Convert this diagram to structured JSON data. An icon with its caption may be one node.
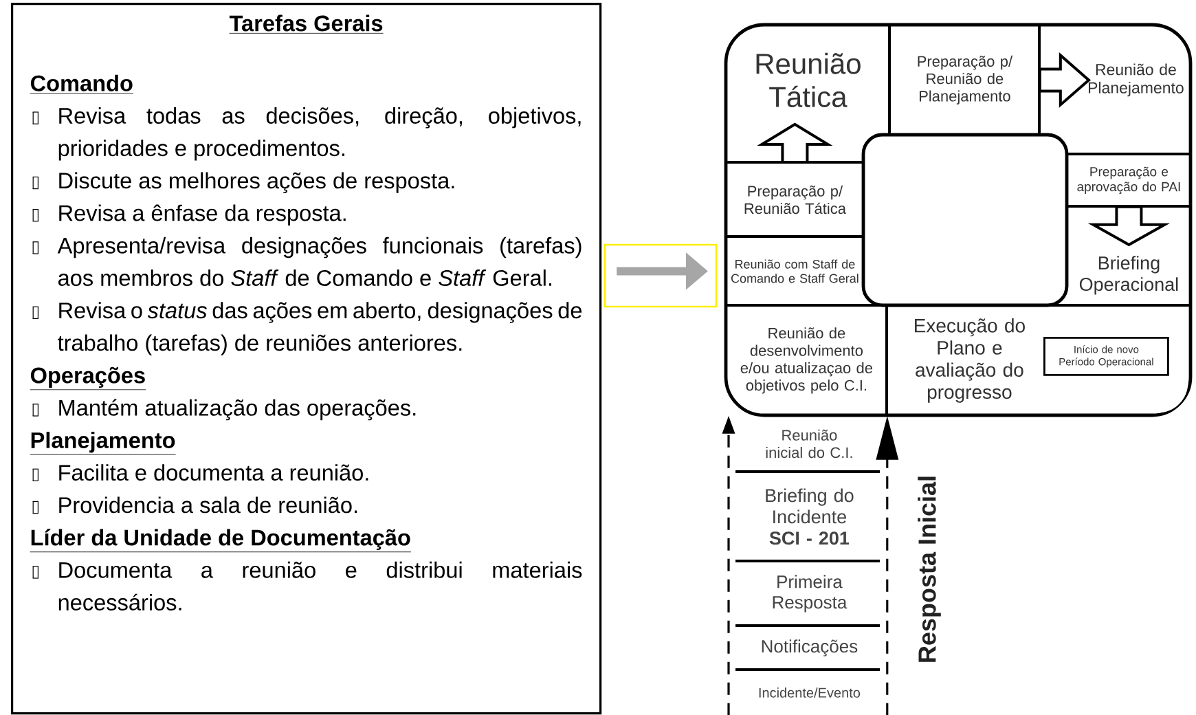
{
  "diagram": {
    "nodes": [
      {
        "text": [
          "Tarefas Gerais",
          "Comando",
          "Revisa todas as decisões, direção, objetivos, prioridades e procedimentos.",
          "Discute as melhores ações de resposta.",
          "Revisa a ênfase da resposta.",
          "Apresenta/revisa designações funcionais (tarefas) aos membros do *Staff* de Comando e *Staff* Geral.",
          "Revisa o *status* das ações em aberto, designações de trabalho (tarefas) de reuniões anteriores.",
          "Operações",
          "Mantém atualização das operações.",
          "Planejamento",
          "Facilita e documenta a reunião.",
          "Providencia a sala de reunião.",
          "Líder da Unidade de Documentação",
          "Documenta a reunião e distribui materiais necessários."
        ]
      },
      {
        "text": [
          "Reunião Tática"
        ]
      },
      {
        "text": [
          "Preparação p/ Reunião de Planejamento"
        ]
      },
      {
        "text": [
          "Reunião de Planejamento"
        ]
      },
      {
        "text": [
          "Preparação e aprovação do PAI"
        ]
      },
      {
        "text": [
          "Briefing Operacional"
        ]
      },
      {
        "text": [
          "Execução do Plano e avaliação do progresso"
        ]
      },
      {
        "text": [
          "Início de novo Período Operacional"
        ],
        "in": 6
      },
      {
        "text": [
          "Reunião de desenvolvimento e/ou atualizaçao de objetivos pelo C.I."
        ]
      },
      {
        "text": [
          "Reunião com Staff de Comando e Staff Geral"
        ]
      },
      {
        "text": [
          "Preparação p/ Reunião Tática"
        ]
      },
      {
        "text": [
          "Reunião inicial do C.I."
        ]
      },
      {
        "text": [
          "Briefing do Incidente **SCI - 201**"
        ]
      },
      {
        "text": [
          "Primeira Resposta"
        ]
      },
      {
        "text": [
          "Notificações"
        ]
      },
      {
        "text": [
          "Incidente/Evento"
        ]
      }
    ],
    "edges": [
      {
        "from": 0,
        "to": 9,
        "arrow": "to",
        "style": "thick",
        "color": "#a6a6a6"
      },
      {
        "from": 10,
        "to": 1,
        "arrow": "to"
      },
      {
        "from": 2,
        "to": 3,
        "arrow": "to"
      },
      {
        "from": 4,
        "to": 5,
        "arrow": "to"
      },
      {
        "from": 15,
        "to": 8,
        "arrow": "to",
        "style": "dashed"
      },
      {
        "from": 15,
        "to": 8,
        "arrow": "to",
        "style": "dashed"
      }
    ],
    "labels": [
      "Resposta Inicial"
    ]
  }
}
